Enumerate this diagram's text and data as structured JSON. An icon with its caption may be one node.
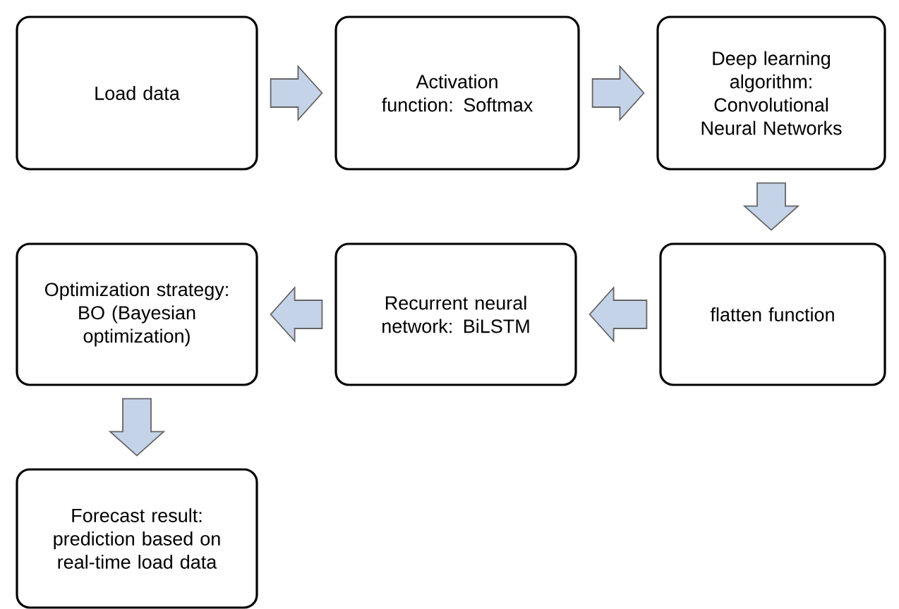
{
  "diagram": {
    "nodes": [
      {
        "text": [
          "Load data"
        ]
      },
      {
        "text": [
          "Activation function: Softmax"
        ]
      },
      {
        "text": [
          "Deep learning algorithm: Convolutional Neural Networks"
        ]
      },
      {
        "text": [
          "flatten function"
        ]
      },
      {
        "text": [
          "Recurrent neural network: BiLSTM"
        ]
      },
      {
        "text": [
          "Optimization strategy: BO (Bayesian optimization)"
        ]
      },
      {
        "text": [
          "Forecast result: prediction based on real-time load data"
        ]
      }
    ],
    "edges": [
      {
        "from": 0,
        "to": 1,
        "arrow": "to"
      },
      {
        "from": 1,
        "to": 2,
        "arrow": "to"
      },
      {
        "from": 2,
        "to": 3,
        "arrow": "to"
      },
      {
        "from": 3,
        "to": 4,
        "arrow": "to"
      },
      {
        "from": 4,
        "to": 5,
        "arrow": "to"
      },
      {
        "from": 5,
        "to": 6,
        "arrow": "to"
      }
    ]
  }
}
